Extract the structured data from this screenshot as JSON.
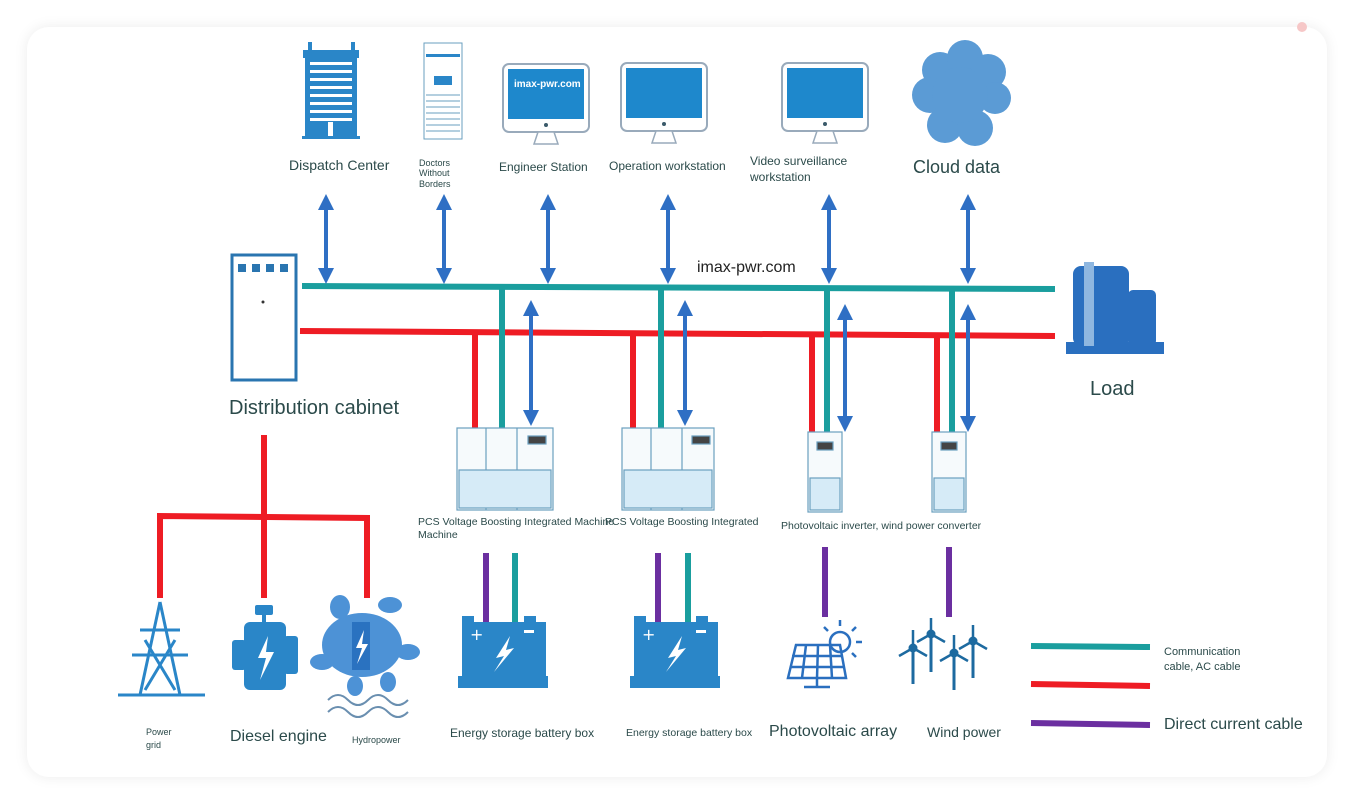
{
  "colors": {
    "communication_cable": "#1a9e9e",
    "ac_cable": "#ee1c24",
    "dc_cable": "#6b2fa0",
    "arrow": "#2f6fc4",
    "icon_blue": "#2a86c8",
    "text": "#2b4a4a"
  },
  "top_row": [
    {
      "label": "Dispatch Center",
      "icon": "building-icon"
    },
    {
      "label": "Doctors Without Borders",
      "icon": "server-rack-icon"
    },
    {
      "label": "Engineer Station",
      "icon": "monitor-icon",
      "screen_text": "imax-pwr.com"
    },
    {
      "label": "Operation workstation",
      "icon": "monitor-icon"
    },
    {
      "label": "Video surveillance workstation",
      "icon": "monitor-icon"
    },
    {
      "label": "Cloud data",
      "icon": "cloud-icon"
    }
  ],
  "bus_watermark": "imax-pwr.com",
  "distribution_cabinet": {
    "label": "Distribution cabinet",
    "icon": "cabinet-icon"
  },
  "load": {
    "label": "Load",
    "icon": "storage-tank-icon"
  },
  "converters": [
    {
      "label": "PCS Voltage Boosting Integrated Machine",
      "icon": "pcs-cabinet-icon"
    },
    {
      "label": "PCS Voltage Boosting Integrated Machine",
      "icon": "pcs-cabinet-icon"
    },
    {
      "label": "Photovoltaic inverter, wind power converter",
      "icon": "inverter-icon"
    }
  ],
  "sources": [
    {
      "label": "Power grid",
      "icon": "transmission-tower-icon"
    },
    {
      "label": "Diesel engine",
      "icon": "engine-icon"
    },
    {
      "label": "Hydropower",
      "icon": "turbine-icon"
    },
    {
      "label": "Energy storage battery box",
      "icon": "battery-icon"
    },
    {
      "label": "Energy storage battery box",
      "icon": "battery-icon"
    },
    {
      "label": "Photovoltaic array",
      "icon": "solar-panel-icon"
    },
    {
      "label": "Wind power",
      "icon": "wind-turbine-icon"
    }
  ],
  "legend": [
    {
      "label": "Communication cable, AC cable",
      "colors": [
        "#1a9e9e",
        "#ee1c24"
      ]
    },
    {
      "label": "Direct current cable",
      "colors": [
        "#6b2fa0"
      ]
    }
  ]
}
